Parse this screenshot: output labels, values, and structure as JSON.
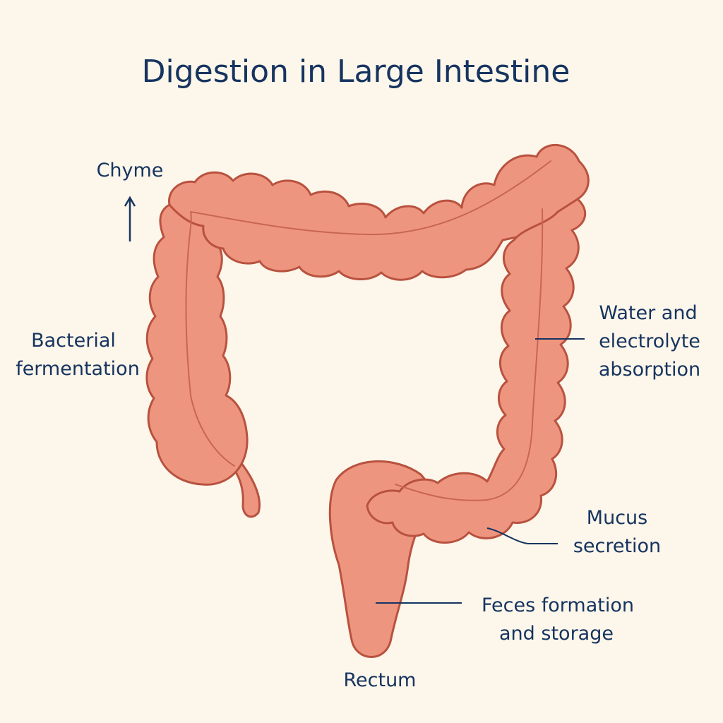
{
  "title": "Digestion in Large Intestine",
  "labels": {
    "chyme": "Chyme",
    "bacterial": [
      "Bacterial",
      "fermentation"
    ],
    "water": [
      "Water and",
      "electrolyte",
      "absorption"
    ],
    "mucus": [
      "Mucus",
      "secretion"
    ],
    "feces": [
      "Feces formation",
      "and storage"
    ],
    "rectum": "Rectum"
  },
  "colors": {
    "background": "#fdf6ea",
    "organ_fill": "#ee9580",
    "organ_stroke": "#b8523f",
    "text": "#163460"
  }
}
